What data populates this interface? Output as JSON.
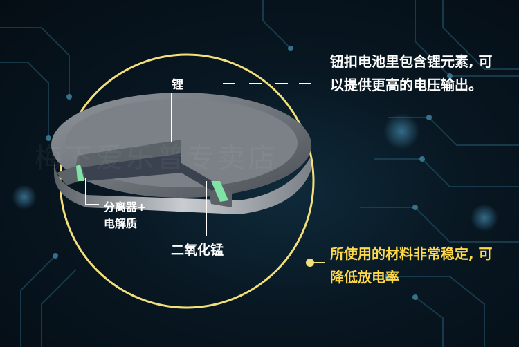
{
  "labels": {
    "lithium": "锂",
    "separator_line1": "分离器+",
    "separator_line2": "电解质",
    "mno2": "二氧化锰"
  },
  "callouts": {
    "top": "钮扣电池里包含锂元素, 可以提供更高的电压输出。",
    "bottom": "所使用的材料非常稳定, 可降低放电率"
  },
  "watermark": "梅下爱乐普专卖店",
  "colors": {
    "ring": "#f4e07a",
    "accent": "#ffd94a",
    "text": "#ffffff",
    "separator_layer": "#7fe3a6"
  }
}
